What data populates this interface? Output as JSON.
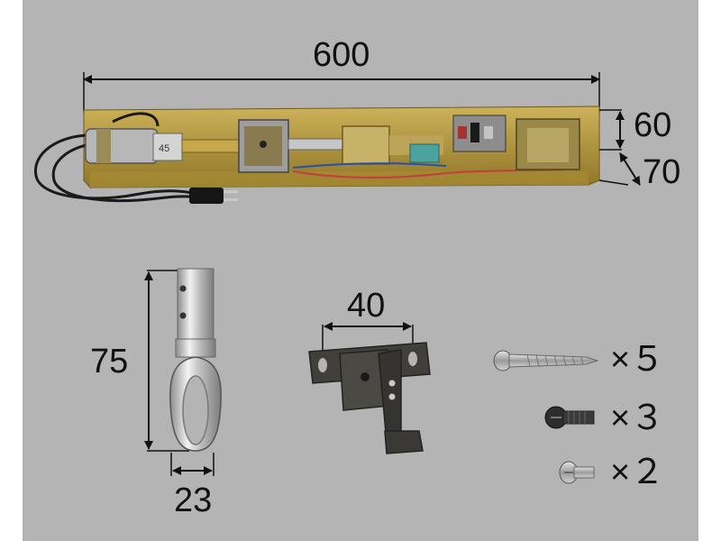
{
  "colors": {
    "background": "#b4b4b4",
    "dimension_line": "#111111",
    "plate": "#b89a3a",
    "bracket": "#3b3a36",
    "chrome": "#c9c9c9"
  },
  "labels": {
    "unit_length": "600",
    "unit_height": "60",
    "unit_depth": "70",
    "rod_length": "75",
    "rod_width": "23",
    "bracket_width": "40",
    "screw_long_qty": "×５",
    "screw_machine_qty": "×３",
    "screw_small_qty": "×２"
  },
  "parts": [
    {
      "name": "lock-unit-assembly",
      "icon": "solenoid-lock-unit"
    },
    {
      "name": "ring-rod-fitting",
      "icon": "chrome-eye-rod"
    },
    {
      "name": "mounting-bracket",
      "icon": "dark-metal-bracket"
    },
    {
      "name": "long-wood-screw",
      "icon": "screw"
    },
    {
      "name": "machine-screw",
      "icon": "screw"
    },
    {
      "name": "small-screw",
      "icon": "screw"
    }
  ]
}
